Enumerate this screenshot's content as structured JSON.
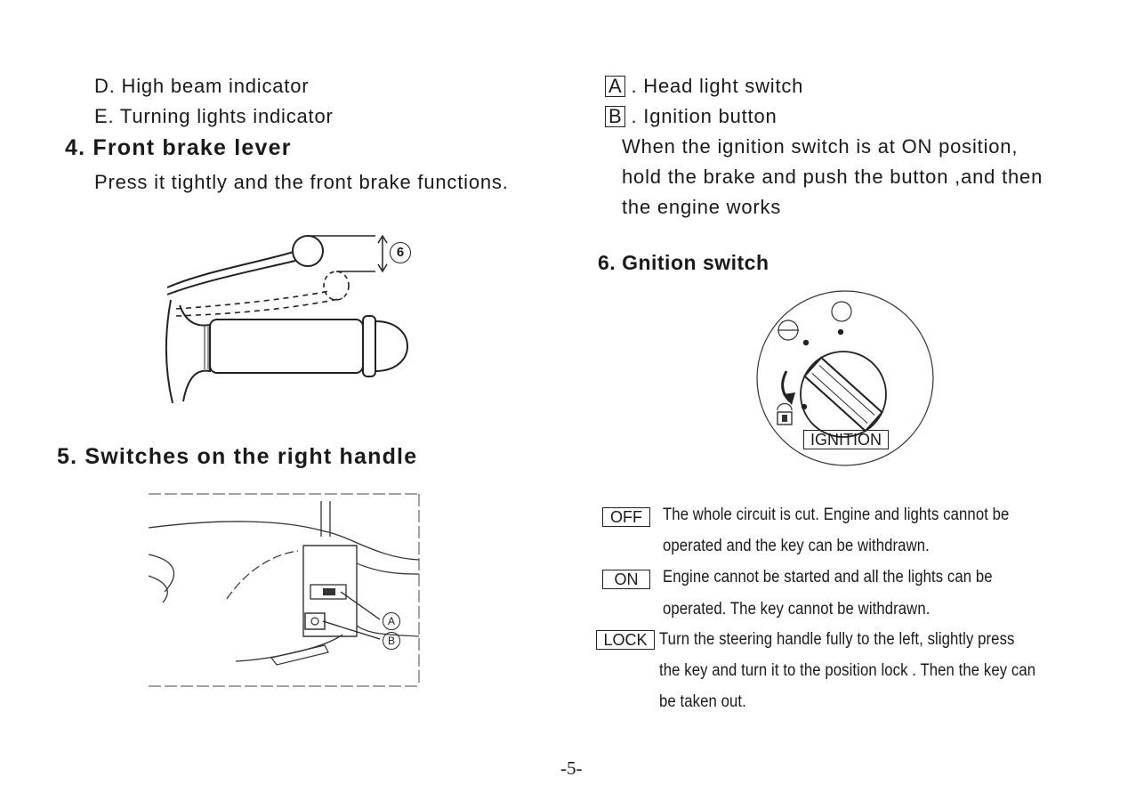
{
  "left": {
    "indicator_d": "D. High beam indicator",
    "indicator_e": "E. Turning lights indicator",
    "section4_title": "4. Front brake lever",
    "section4_text": "Press it tightly and the front brake functions.",
    "brake_callout": "6",
    "section5_title": "5. Switches on the right handle",
    "switch_callout_a": "A",
    "switch_callout_b": "B"
  },
  "right": {
    "item_a_key": "A",
    "item_a_text": ". Head light switch",
    "item_b_key": "B",
    "item_b_text": ". Ignition button",
    "ignition_lines": [
      "When the ignition switch is at ON position,",
      "hold the brake and push the button ,and then",
      "the engine works"
    ],
    "section6_title": "6. Gnition switch",
    "ignition_label": "IGNITION",
    "positions": [
      {
        "key": "OFF",
        "lines": [
          "The whole circuit is cut. Engine and lights cannot be",
          "operated and the key can be withdrawn."
        ]
      },
      {
        "key": "ON",
        "lines": [
          "Engine cannot be started and all the lights can be",
          "operated. The key cannot be withdrawn."
        ]
      },
      {
        "key": "LOCK",
        "lines": [
          "Turn the steering handle fully to the left, slightly press",
          "the key and turn it to the position lock . Then the key can",
          "be taken out."
        ]
      }
    ]
  },
  "footer": {
    "page_number": "-5-"
  }
}
